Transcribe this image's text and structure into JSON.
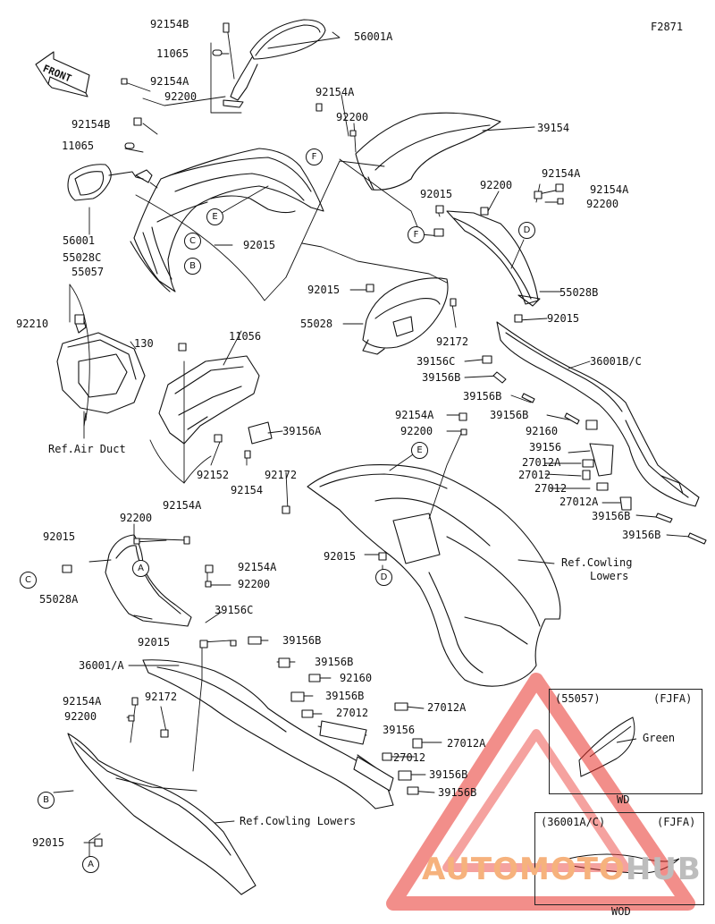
{
  "figure_code": "F2871",
  "front_label": "FRONT",
  "ref_air_duct": "Ref.Air Duct",
  "ref_cowling_lowers": [
    "Ref.Cowling",
    "Lowers"
  ],
  "ref_cowling_lowers_2": "Ref.Cowling Lowers",
  "callouts": [
    "A",
    "B",
    "C",
    "D",
    "E",
    "F"
  ],
  "part_numbers": {
    "p92154B_top": "92154B",
    "p56001A": "56001A",
    "p11065_top": "11065",
    "p92154A_1": "92154A",
    "p92200_1": "92200",
    "p92154A_2": "92154A",
    "p92200_2": "92200",
    "p39154": "39154",
    "p92154B_2": "92154B",
    "p11065_2": "11065",
    "p56001": "56001",
    "p55028C": "55028C",
    "p55057": "55057",
    "p92015_1": "92015",
    "p92154A_3": "92154A",
    "p92200_3": "92200",
    "p92154A_4": "92154A",
    "p92200_4": "92200",
    "p92015_2": "92015",
    "p55028B": "55028B",
    "p92015_3": "92015",
    "p55028": "55028",
    "p92172_1": "92172",
    "p92015_4": "92015",
    "p36001BC": "36001B/C",
    "p92210": "92210",
    "p130": "130",
    "p11056": "11056",
    "p39156C_1": "39156C",
    "p39156B_1": "39156B",
    "p39156B_2": "39156B",
    "p92154A_5": "92154A",
    "p39156B_3": "39156B",
    "p92200_5": "92200",
    "p92160_1": "92160",
    "p39156A": "39156A",
    "p39156_1": "39156",
    "p27012A_1": "27012A",
    "p92152": "92152",
    "p92172_2": "92172",
    "p27012_1": "27012",
    "p92154": "92154",
    "p27012_2": "27012",
    "p27012A_2": "27012A",
    "p39156B_4": "39156B",
    "p39156B_5": "39156B",
    "p92200_6": "92200",
    "p92154A_6": "92154A",
    "p92015_5": "92015",
    "p92015_6": "92015",
    "p55028A": "55028A",
    "p92154A_7": "92154A",
    "p92200_7": "92200",
    "p39156C_2": "39156C",
    "p92015_7": "92015",
    "p39156B_6": "39156B",
    "p36001A": "36001/A",
    "p39156B_7": "39156B",
    "p92160_2": "92160",
    "p39156B_8": "39156B",
    "p27012_3": "27012",
    "p27012A_3": "27012A",
    "p92154A_8": "92154A",
    "p92172_3": "92172",
    "p92200_8": "92200",
    "p39156_2": "39156",
    "p27012A_4": "27012A",
    "p27012_4": "27012",
    "p39156B_9": "39156B",
    "p39156B_10": "39156B",
    "p92015_8": "92015"
  },
  "insets": [
    {
      "part": "(55057)",
      "code": "(FJFA)",
      "note": "Green",
      "caption": "WD"
    },
    {
      "part": "(36001A/C)",
      "code": "(FJFA)",
      "caption": "WOD"
    }
  ],
  "watermark": {
    "part1": "AUTOMOTO",
    "part2": "HUB"
  },
  "colors": {
    "line": "#111111",
    "watermark_red": "#e8312a",
    "watermark_orange": "#f6b27d"
  }
}
